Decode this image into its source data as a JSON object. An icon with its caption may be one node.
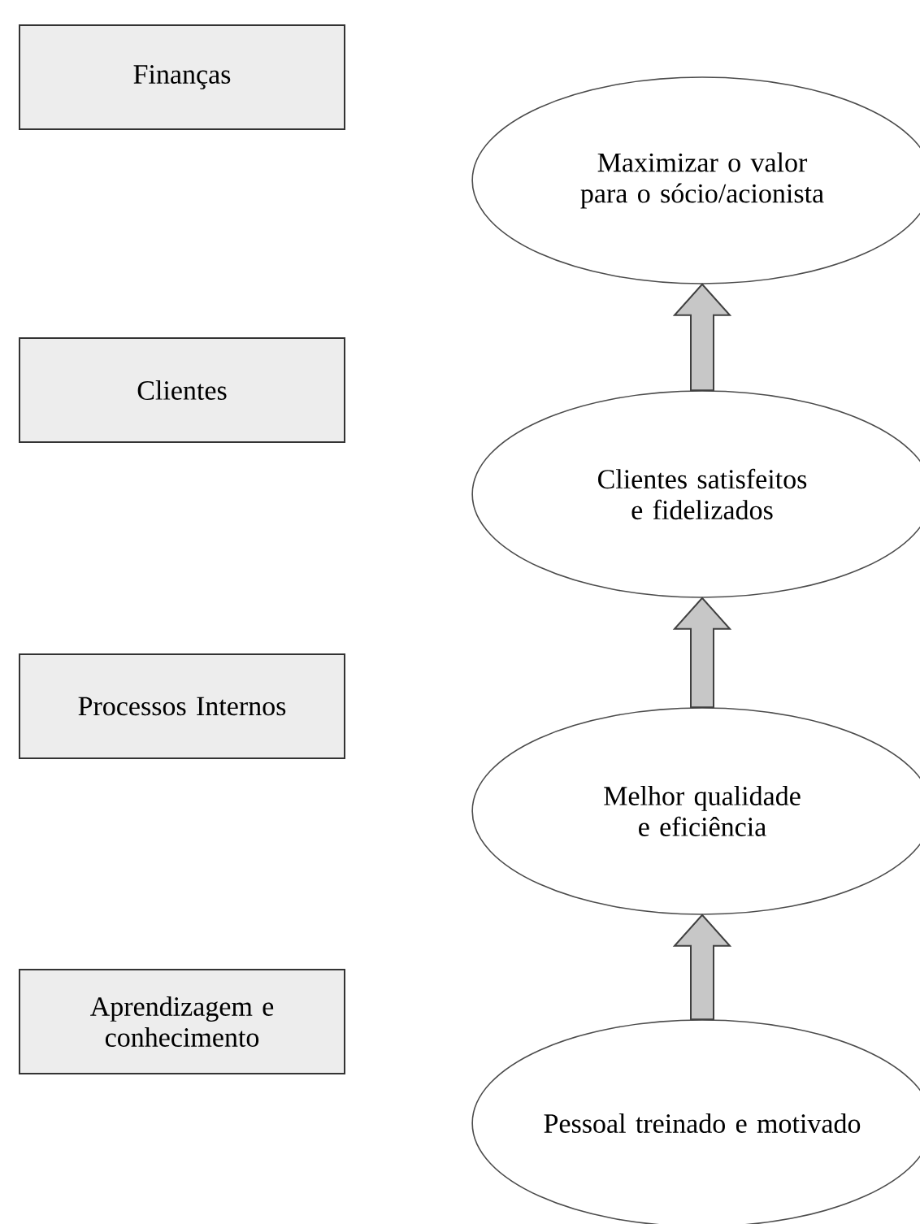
{
  "diagram": {
    "nodes": [
      {
        "text": [
          "Finanças"
        ]
      },
      {
        "text": [
          "Clientes"
        ]
      },
      {
        "text": [
          "Processos Internos"
        ]
      },
      {
        "text": [
          "Aprendizagem e conhecimento"
        ]
      },
      {
        "text": [
          "Maximizar o valor para o sócio/acionista"
        ]
      },
      {
        "text": [
          "Clientes satisfeitos e fidelizados"
        ]
      },
      {
        "text": [
          "Melhor qualidade e eficiência"
        ]
      },
      {
        "text": [
          "Pessoal treinado e motivado"
        ]
      }
    ],
    "edges": [
      {
        "from": 5,
        "to": 4,
        "arrow": "to"
      },
      {
        "from": 6,
        "to": 5,
        "arrow": "to"
      },
      {
        "from": 7,
        "to": 6,
        "arrow": "to"
      }
    ]
  }
}
